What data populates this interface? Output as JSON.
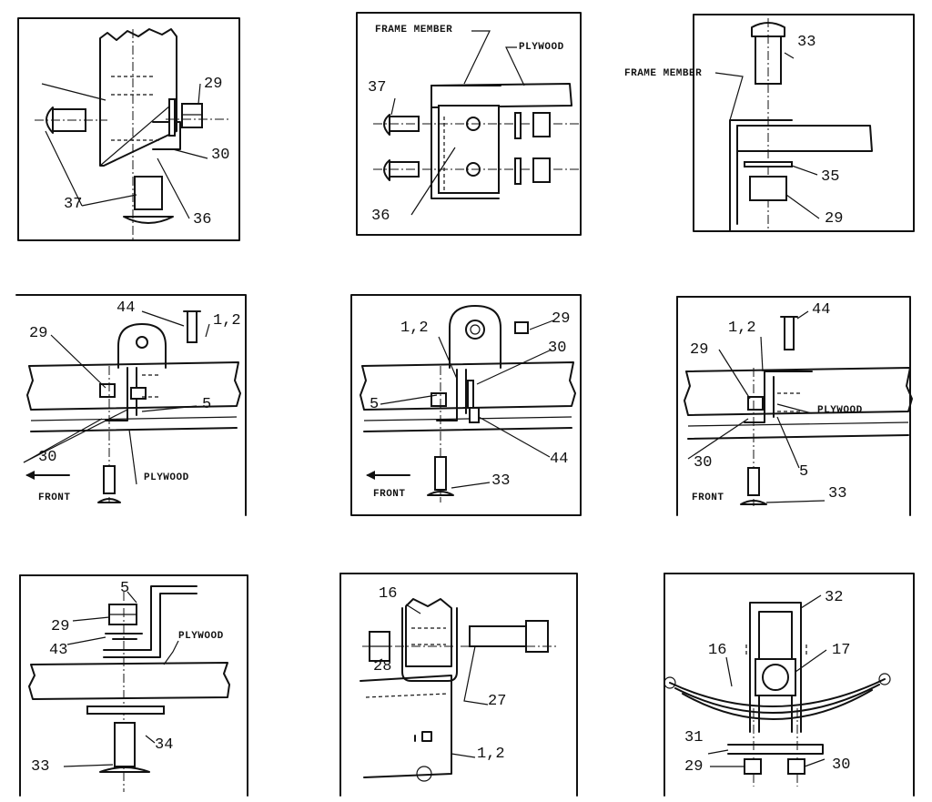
{
  "panels": [
    {
      "id": "p1",
      "labels": {
        "n29": "29",
        "n30": "30",
        "n37": "37",
        "n36": "36"
      }
    },
    {
      "id": "p2",
      "labels": {
        "frame_member": "FRAME MEMBER",
        "plywood": "PLYWOOD",
        "n37": "37",
        "n36": "36"
      }
    },
    {
      "id": "p3",
      "labels": {
        "n33": "33",
        "frame_member": "FRAME MEMBER",
        "n35": "35",
        "n29": "29"
      }
    },
    {
      "id": "p4",
      "labels": {
        "n44": "44",
        "n12": "1,2",
        "n29": "29",
        "n5": "5",
        "n30": "30",
        "plywood": "PLYWOOD",
        "front": "FRONT"
      }
    },
    {
      "id": "p5",
      "labels": {
        "n12": "1,2",
        "n29": "29",
        "n30": "30",
        "n5": "5",
        "n44": "44",
        "front": "FRONT",
        "n33": "33"
      }
    },
    {
      "id": "p6",
      "labels": {
        "n44": "44",
        "n12": "1,2",
        "n29": "29",
        "plywood": "PLYWOOD",
        "n30": "30",
        "n5": "5",
        "front": "FRONT",
        "n33": "33"
      }
    },
    {
      "id": "p7",
      "labels": {
        "n5": "5",
        "n29": "29",
        "n43": "43",
        "plywood": "PLYWOOD",
        "n34": "34",
        "n33": "33"
      }
    },
    {
      "id": "p8",
      "labels": {
        "n16": "16",
        "n28": "28",
        "n27": "27",
        "n12": "1,2"
      }
    },
    {
      "id": "p9",
      "labels": {
        "n32": "32",
        "n16": "16",
        "n17": "17",
        "n31": "31",
        "n29": "29",
        "n30": "30"
      }
    }
  ]
}
